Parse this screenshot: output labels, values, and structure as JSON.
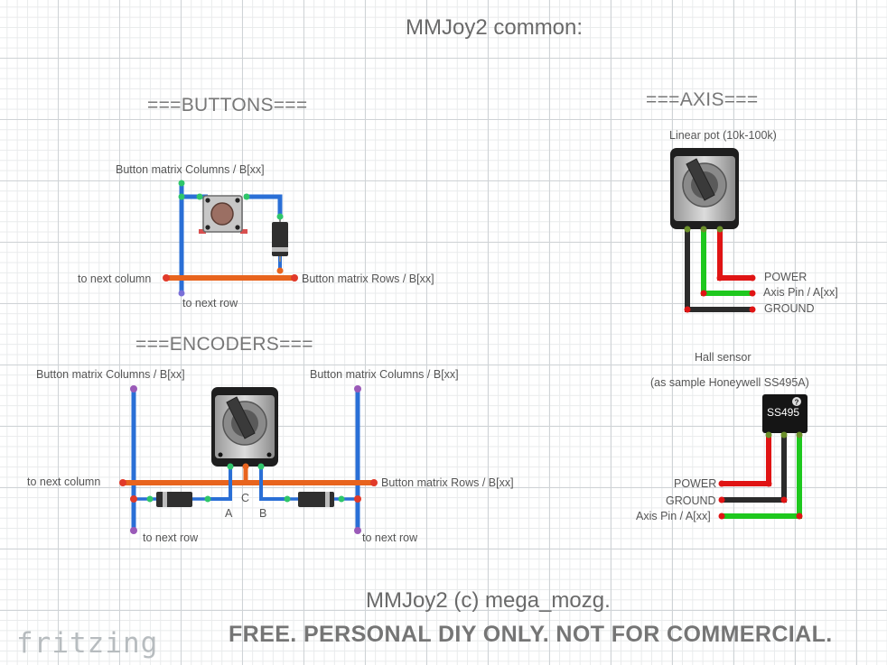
{
  "title": "MMJoy2 common:",
  "buttons": {
    "heading": "===BUTTONS===",
    "columns_label": "Button matrix Columns / B[xx]",
    "next_column": "to next column",
    "rows_label": "Button matrix Rows / B[xx]",
    "next_row": "to next row"
  },
  "encoders": {
    "heading": "===ENCODERS===",
    "columns_label_left": "Button matrix Columns / B[xx]",
    "columns_label_right": "Button matrix Columns / B[xx]",
    "next_column": "to next column",
    "rows_label": "Button matrix Rows / B[xx]",
    "next_row_left": "to next row",
    "next_row_right": "to next row",
    "pin_a": "A",
    "pin_c": "C",
    "pin_b": "B"
  },
  "axis": {
    "heading": "===AXIS===",
    "pot_label": "Linear pot (10k-100k)",
    "pot_power": "POWER",
    "pot_axis": "Axis Pin / A[xx]",
    "pot_ground": "GROUND",
    "hall_label": "Hall sensor",
    "hall_sample": "(as sample Honeywell SS495A)",
    "hall_chip": "SS495",
    "hall_power": "POWER",
    "hall_ground": "GROUND",
    "hall_axis": "Axis Pin / A[xx]"
  },
  "footer": {
    "copyright": "MMJoy2 (c) mega_mozg.",
    "license": "FREE. PERSONAL DIY ONLY. NOT FOR COMMERCIAL.",
    "brand": "fritzing"
  },
  "colors": {
    "wire_blue": "#2a6fd6",
    "wire_orange": "#e8641e",
    "wire_red": "#e01414",
    "wire_green": "#1ec81e",
    "wire_black": "#2b2b2b"
  }
}
